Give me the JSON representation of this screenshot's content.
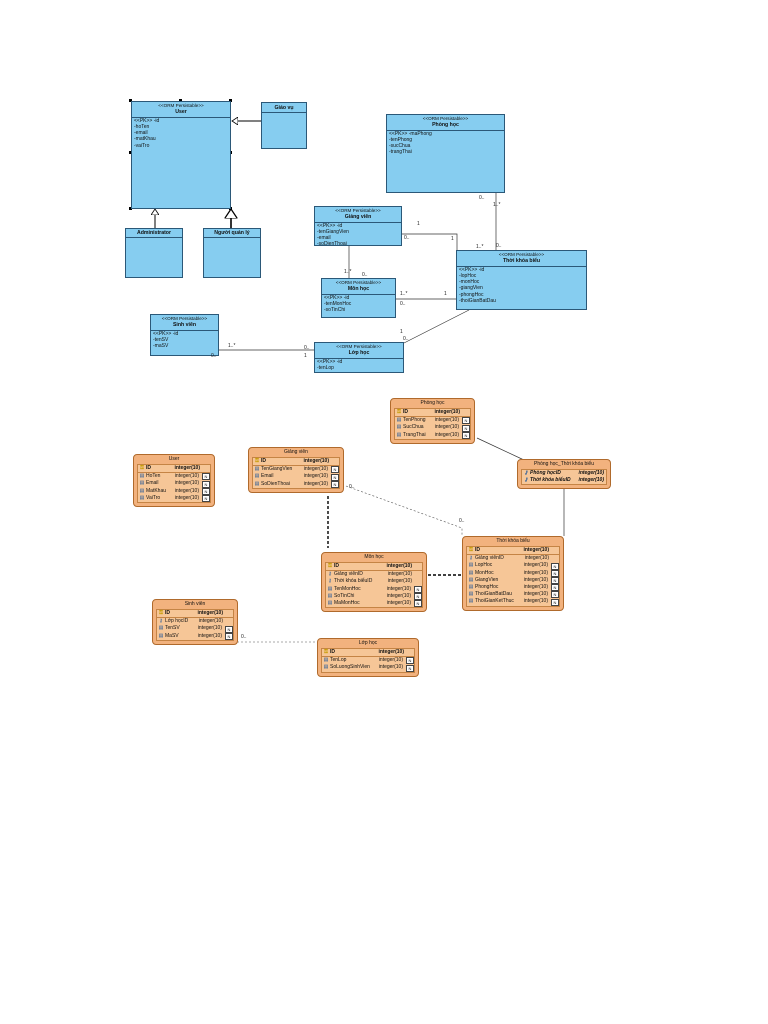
{
  "classes": {
    "user": {
      "stereotype": "<<ORM Persistable>>",
      "name": "User",
      "attrs": [
        "<<PK>> -id",
        "-hoTen",
        "-email",
        "-matKhau",
        "-vaiTro"
      ]
    },
    "giaovu": {
      "name": "Giáo vụ"
    },
    "admin": {
      "name": "Administrator"
    },
    "nguoiquanly": {
      "name": "Người quản lý"
    },
    "phonghoc": {
      "stereotype": "<<ORM Persistable>>",
      "name": "Phòng học",
      "attrs": [
        "<<PK>> -maPhong",
        "-tenPhong",
        "-sucChua",
        "-trangThai"
      ]
    },
    "giangvien": {
      "stereotype": "<<ORM Persistable>>",
      "name": "Giảng viên",
      "attrs": [
        "<<PK>> -id",
        "-tenGiangVien",
        "-email",
        "-soDienThoai"
      ]
    },
    "monhoc": {
      "stereotype": "<<ORM Persistable>>",
      "name": "Môn học",
      "attrs": [
        "<<PK>> -id",
        "-tenMonHoc",
        "-soTinChi"
      ]
    },
    "thoikhoabieu": {
      "stereotype": "<<ORM Persistable>>",
      "name": "Thời khóa biểu",
      "attrs": [
        "<<PK>> -id",
        "-lopHoc",
        "-monHoc",
        "-giangVien",
        "-phongHoc",
        "-thoiGianBatDau"
      ]
    },
    "sinhvien": {
      "stereotype": "<<ORM Persistable>>",
      "name": "Sinh viên",
      "attrs": [
        "<<PK>> -id",
        "-tenSV",
        "-maSV"
      ]
    },
    "lophoc": {
      "stereotype": "<<ORM Persistable>>",
      "name": "Lớp học",
      "attrs": [
        "<<PK>> -id",
        "-tenLop"
      ]
    }
  },
  "multiplicities": {
    "ph_a": "0..",
    "ph_b": "1..*",
    "gv_a": "1",
    "gv_b": "0..",
    "gv_c": "1",
    "gv_d": "1..*",
    "gv_e": "0..",
    "mh_a": "1..*",
    "mh_b": "0..",
    "mh_c": "1..*",
    "mh_d": "0..",
    "mh_e": "1",
    "lh_a": "1",
    "lh_b": "0..",
    "sv_a": "1..*",
    "sv_b": "0..",
    "sv_c": "1",
    "sv_d": "0..",
    "er_a": "0..",
    "er_b": "0..",
    "er_c": "0.."
  },
  "entities": {
    "phonghoc": {
      "title": "Phòng học",
      "rows": [
        {
          "icon": "pk",
          "name": "ID",
          "type": "integer(10)"
        },
        {
          "icon": "col",
          "name": "TenPhong",
          "type": "integer(10)",
          "nn": "N"
        },
        {
          "icon": "col",
          "name": "SucChua",
          "type": "integer(10)",
          "nn": "N"
        },
        {
          "icon": "col",
          "name": "TrangThai",
          "type": "integer(10)",
          "nn": "N"
        }
      ]
    },
    "user": {
      "title": "User",
      "rows": [
        {
          "icon": "pk",
          "name": "ID",
          "type": "integer(10)"
        },
        {
          "icon": "col",
          "name": "HoTen",
          "type": "integer(10)",
          "nn": "N"
        },
        {
          "icon": "col",
          "name": "Email",
          "type": "integer(10)",
          "nn": "N"
        },
        {
          "icon": "col",
          "name": "MatKhau",
          "type": "integer(10)",
          "nn": "N"
        },
        {
          "icon": "col",
          "name": "VaiTro",
          "type": "integer(10)",
          "nn": "N"
        }
      ]
    },
    "giangvien": {
      "title": "Giảng viên",
      "rows": [
        {
          "icon": "pk",
          "name": "ID",
          "type": "integer(10)"
        },
        {
          "icon": "col",
          "name": "TenGiangVien",
          "type": "integer(10)",
          "nn": "N"
        },
        {
          "icon": "col",
          "name": "Email",
          "type": "integer(10)",
          "nn": "N"
        },
        {
          "icon": "col",
          "name": "SoDienThoai",
          "type": "integer(10)",
          "nn": "N"
        }
      ]
    },
    "phtkb": {
      "title": "Phòng học_Thời khóa biểu",
      "rows": [
        {
          "icon": "fk",
          "name": "Phòng họcID",
          "type": "integer(10)",
          "italic": true
        },
        {
          "icon": "fk",
          "name": "Thời khóa biểuID",
          "type": "integer(10)",
          "italic": true
        }
      ]
    },
    "thoikhoabieu": {
      "title": "Thời khóa biểu",
      "rows": [
        {
          "icon": "pk",
          "name": "ID",
          "type": "integer(10)"
        },
        {
          "icon": "fk",
          "name": "Giảng viênID",
          "type": "integer(10)"
        },
        {
          "icon": "col",
          "name": "LopHoc",
          "type": "integer(10)",
          "nn": "N"
        },
        {
          "icon": "col",
          "name": "MonHoc",
          "type": "integer(10)",
          "nn": "N"
        },
        {
          "icon": "col",
          "name": "GiangVien",
          "type": "integer(10)",
          "nn": "N"
        },
        {
          "icon": "col",
          "name": "PhongHoc",
          "type": "integer(10)",
          "nn": "N"
        },
        {
          "icon": "col",
          "name": "ThoiGianBatDau",
          "type": "integer(10)",
          "nn": "N"
        },
        {
          "icon": "col",
          "name": "ThoiGianKetThuc",
          "type": "integer(10)",
          "nn": "N"
        }
      ]
    },
    "monhoc": {
      "title": "Môn học",
      "rows": [
        {
          "icon": "pk",
          "name": "ID",
          "type": "integer(10)"
        },
        {
          "icon": "fk",
          "name": "Giảng viênID",
          "type": "integer(10)"
        },
        {
          "icon": "fk",
          "name": "Thời khóa biểuID",
          "type": "integer(10)"
        },
        {
          "icon": "col",
          "name": "TenMonHoc",
          "type": "integer(10)",
          "nn": "N"
        },
        {
          "icon": "col",
          "name": "SoTinChi",
          "type": "integer(10)",
          "nn": "N"
        },
        {
          "icon": "col",
          "name": "MaMonHoc",
          "type": "integer(10)",
          "nn": "N"
        }
      ]
    },
    "sinhvien": {
      "title": "Sinh viên",
      "rows": [
        {
          "icon": "pk",
          "name": "ID",
          "type": "integer(10)"
        },
        {
          "icon": "fk",
          "name": "Lớp họcID",
          "type": "integer(10)"
        },
        {
          "icon": "col",
          "name": "TenSV",
          "type": "integer(10)",
          "nn": "N"
        },
        {
          "icon": "col",
          "name": "MaSV",
          "type": "integer(10)",
          "nn": "N"
        }
      ]
    },
    "lophoc": {
      "title": "Lớp học",
      "rows": [
        {
          "icon": "pk",
          "name": "ID",
          "type": "integer(10)"
        },
        {
          "icon": "col",
          "name": "TenLop",
          "type": "integer(10)",
          "nn": "N"
        },
        {
          "icon": "col",
          "name": "SoLuongSinhVien",
          "type": "integer(10)",
          "nn": "N"
        }
      ]
    }
  },
  "colors": {
    "class_fill": "#86cdf0",
    "entity_fill": "#f2b27e"
  }
}
